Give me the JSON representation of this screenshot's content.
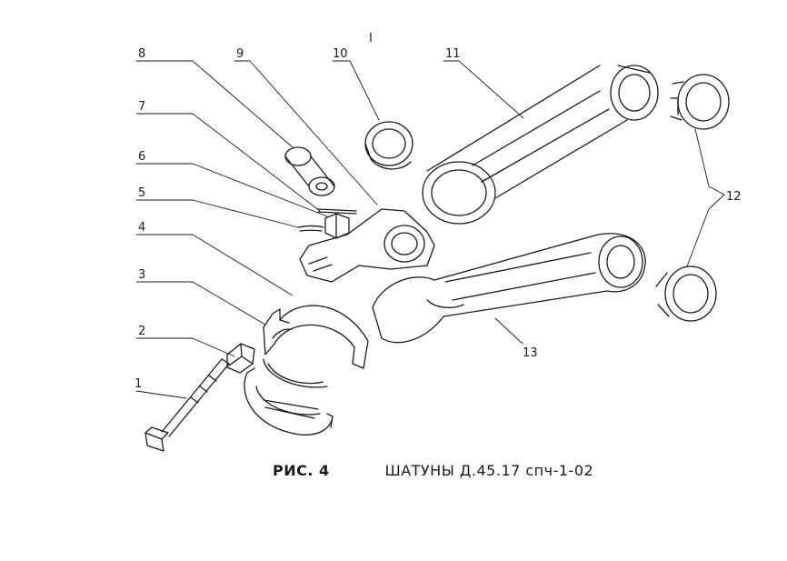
{
  "diagram": {
    "top_mark": "I",
    "callouts": [
      {
        "id": "callout-1",
        "label": "1"
      },
      {
        "id": "callout-2",
        "label": "2"
      },
      {
        "id": "callout-3",
        "label": "3"
      },
      {
        "id": "callout-4",
        "label": "4"
      },
      {
        "id": "callout-5",
        "label": "5"
      },
      {
        "id": "callout-6",
        "label": "6"
      },
      {
        "id": "callout-7",
        "label": "7"
      },
      {
        "id": "callout-8",
        "label": "8"
      },
      {
        "id": "callout-9",
        "label": "9"
      },
      {
        "id": "callout-10",
        "label": "10"
      },
      {
        "id": "callout-11",
        "label": "11"
      },
      {
        "id": "callout-12",
        "label": "12"
      },
      {
        "id": "callout-13",
        "label": "13"
      }
    ],
    "line_color": "#1a1a1a"
  },
  "caption": {
    "figure_label": "РИС. 4",
    "title": "ШАТУНЫ  Д.45.17 спч-1-02"
  }
}
